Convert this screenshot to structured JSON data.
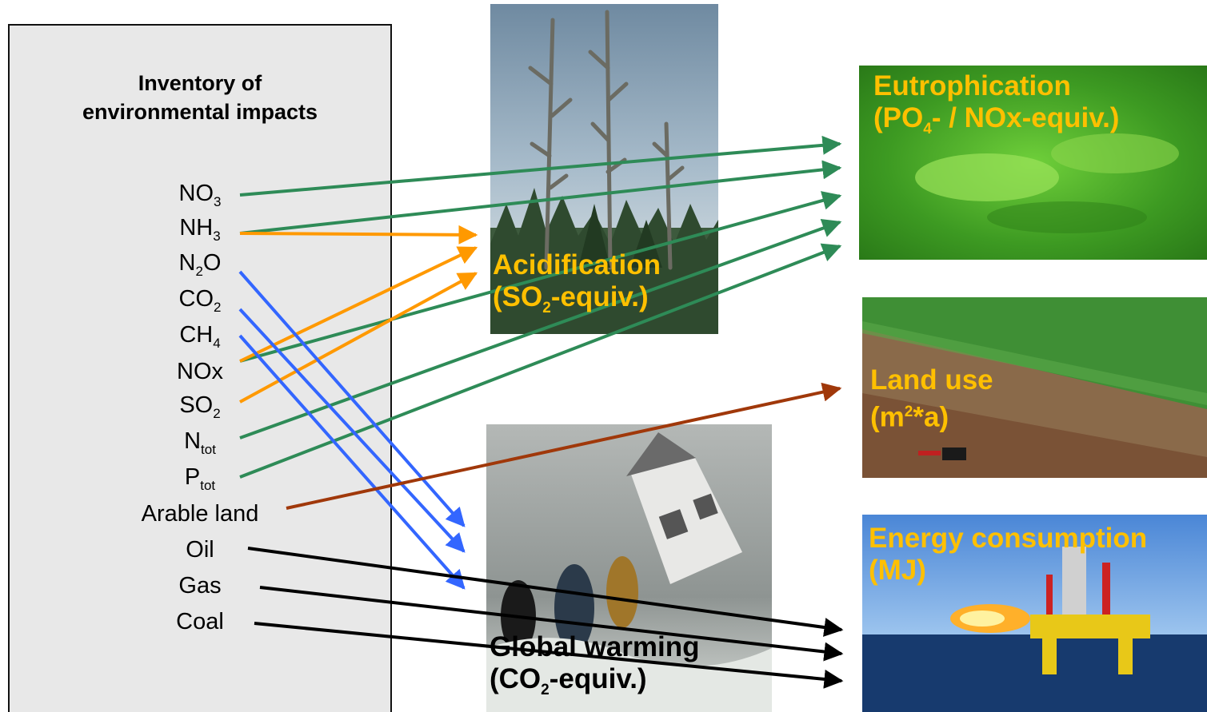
{
  "inventory": {
    "title_line1": "Inventory of",
    "title_line2": "environmental impacts",
    "items": {
      "no3": {
        "main": "NO",
        "sub": "3"
      },
      "nh3": {
        "main": "NH",
        "sub": "3"
      },
      "n2o": {
        "main": "N",
        "sub": "2",
        "tail": "O"
      },
      "co2": {
        "main": "CO",
        "sub": "2"
      },
      "ch4": {
        "main": "CH",
        "sub": "4"
      },
      "nox": {
        "main": "NOx"
      },
      "so2": {
        "main": "SO",
        "sub": "2"
      },
      "ntot": {
        "main": "N",
        "sub": "tot"
      },
      "ptot": {
        "main": "P",
        "sub": "tot"
      },
      "arable": {
        "main": "Arable land"
      },
      "oil": {
        "main": "Oil"
      },
      "gas": {
        "main": "Gas"
      },
      "coal": {
        "main": "Coal"
      }
    }
  },
  "categories": {
    "acidification": {
      "line1": "Acidification",
      "l2_a": "(SO",
      "l2_sub": "2",
      "l2_b": "-equiv.)"
    },
    "eutrophication": {
      "line1": "Eutrophication",
      "l2_a": "(PO",
      "l2_sub": "4",
      "l2_b": "- / NOx-equiv.)"
    },
    "land_use": {
      "line1": "Land use",
      "l2_a": "(m",
      "l2_sup": "2",
      "l2_b": "*a)"
    },
    "global_warming": {
      "line1": "Global warming",
      "l2_a": "(CO",
      "l2_sub": "2",
      "l2_b": "-equiv.)"
    },
    "energy": {
      "line1": "Energy consumption",
      "line2": "(MJ)"
    }
  },
  "colors": {
    "eutrophication_flow": "#2e8b57",
    "acidification_flow": "#ff9900",
    "global_warming_flow": "#3366ff",
    "land_use_flow": "#a0380a",
    "energy_flow": "#000000",
    "label_yellow": "#ffc000"
  }
}
